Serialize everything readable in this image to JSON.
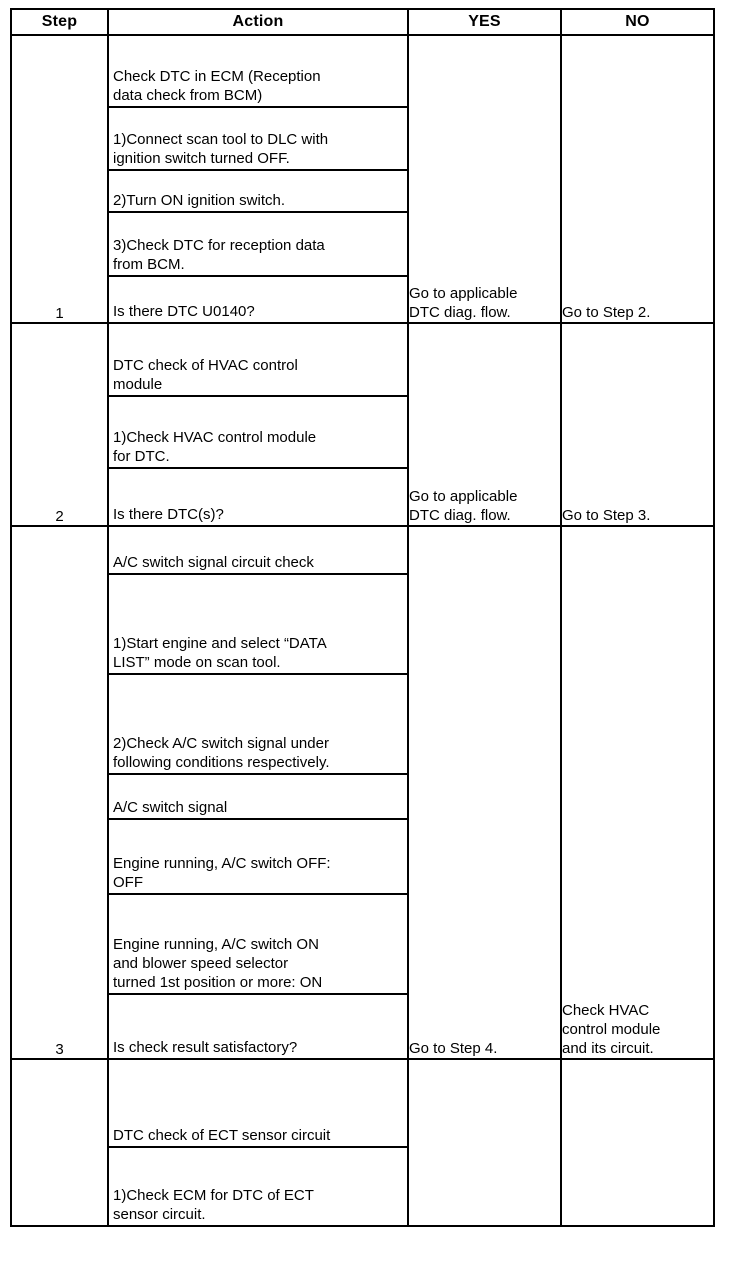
{
  "document": {
    "kind": "diagnostic-flow-table",
    "title": ""
  },
  "table": {
    "headers": {
      "step": "Step",
      "action": "Action",
      "yes": "YES",
      "no": "NO"
    },
    "rows": [
      {
        "step": "1",
        "boxes": [
          {
            "text": "Check DTC in ECM (Reception\ndata check from BCM)",
            "height": 72
          },
          {
            "text": "1)Connect scan tool to DLC with\nignition switch turned OFF.",
            "height": 63
          },
          {
            "text": "2)Turn ON ignition switch.",
            "height": 42
          },
          {
            "text": "3)Check DTC for reception data\nfrom BCM.",
            "height": 64
          },
          {
            "text": "Is there DTC U0140?",
            "height": 45
          }
        ],
        "yes": "Go to applicable\nDTC diag. flow.",
        "no": "Go to Step 2."
      },
      {
        "step": "2",
        "boxes": [
          {
            "text": "DTC check of HVAC control\nmodule",
            "height": 73
          },
          {
            "text": "1)Check HVAC control module\nfor DTC.",
            "height": 72
          },
          {
            "text": "Is there DTC(s)?",
            "height": 56
          }
        ],
        "yes": "Go to applicable\nDTC diag. flow.",
        "no": "Go to Step 3."
      },
      {
        "step": "3",
        "boxes": [
          {
            "text": "A/C switch signal circuit check",
            "height": 48
          },
          {
            "text": "1)Start engine and select “DATA\nLIST” mode on scan tool.",
            "height": 100
          },
          {
            "text": "2)Check A/C switch signal under\nfollowing conditions respectively.",
            "height": 100
          },
          {
            "text": "A/C switch signal",
            "height": 45
          },
          {
            "text": "Engine running, A/C switch OFF:\nOFF",
            "height": 75
          },
          {
            "text": "Engine running, A/C switch ON\nand blower speed selector\nturned 1st position or more: ON",
            "height": 100
          },
          {
            "text": "Is check result satisfactory?",
            "height": 63
          }
        ],
        "yes": "Go to Step 4.",
        "no": "Check HVAC\ncontrol module\nand its circuit."
      },
      {
        "step": "",
        "boxes": [
          {
            "text": "DTC check of ECT sensor circuit",
            "height": 88
          },
          {
            "text": "1)Check ECM for DTC of ECT\nsensor circuit.",
            "height": 77
          }
        ],
        "yes": "",
        "no": ""
      }
    ]
  },
  "colors": {
    "border": "#000000",
    "background": "#ffffff",
    "text": "#000000"
  }
}
